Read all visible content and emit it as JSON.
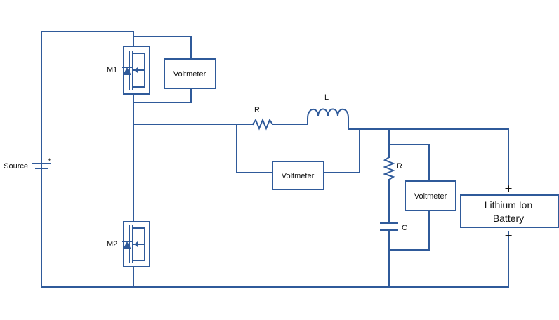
{
  "labels": {
    "source": "Source",
    "m1": "M1",
    "m2": "M2",
    "voltmeter": "Voltmeter",
    "r_series": "R",
    "l": "L",
    "r_shunt": "R",
    "c": "C",
    "battery_line1": "Lithium Ion",
    "battery_line2": "Battery",
    "battery_plus": "+",
    "battery_minus": "−"
  },
  "colors": {
    "wire": "#2f5a9a",
    "text": "#111111",
    "background": "#ffffff"
  }
}
